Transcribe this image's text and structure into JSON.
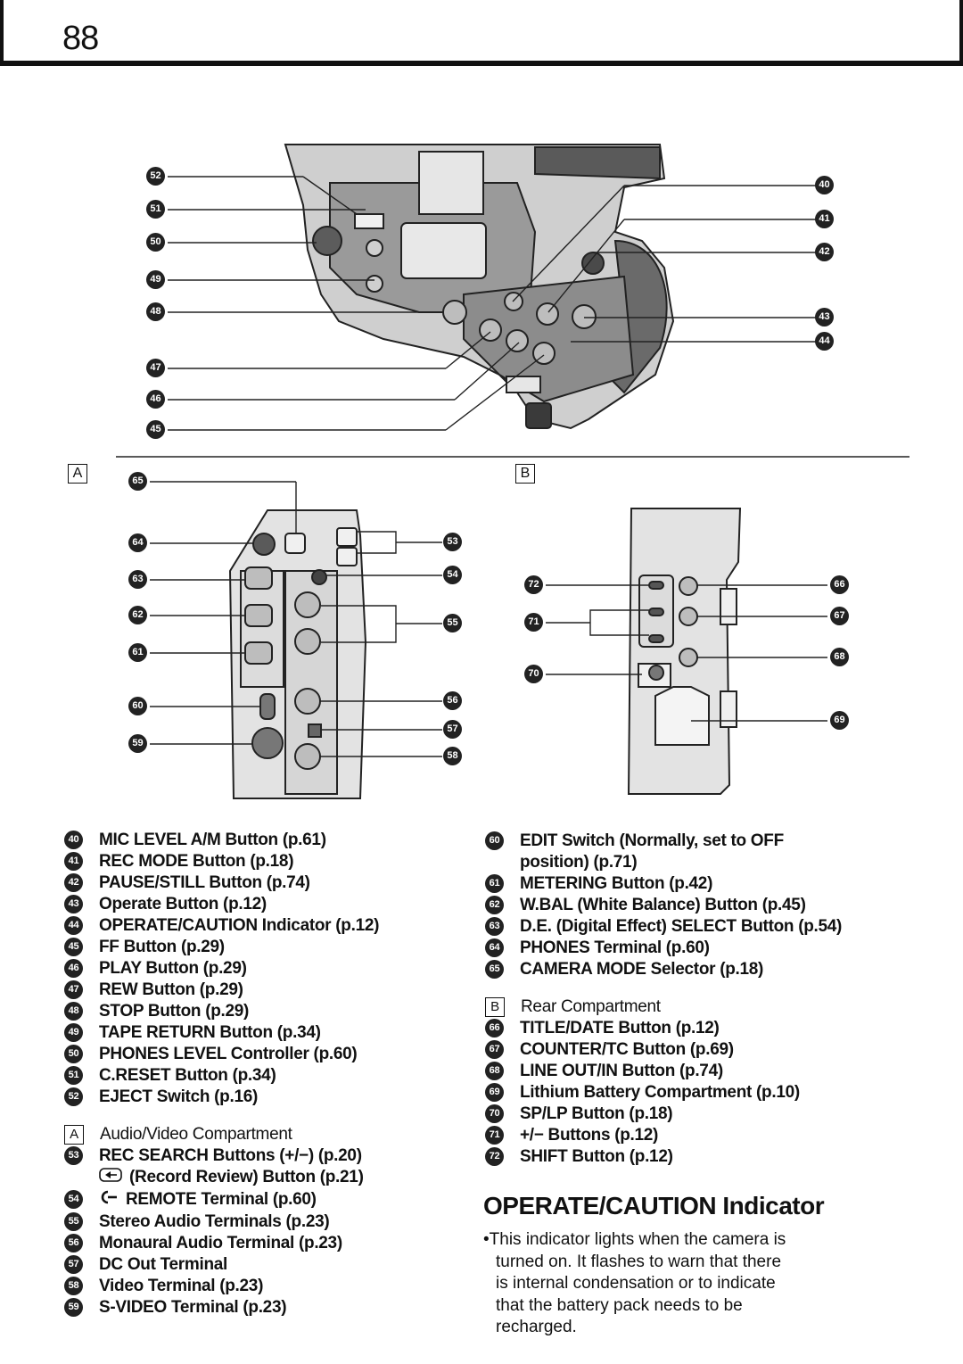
{
  "page_number": "88",
  "section_a_label": "A",
  "section_b_label": "B",
  "callouts_top": [
    "52",
    "51",
    "50",
    "49",
    "48",
    "47",
    "46",
    "45",
    "40",
    "41",
    "42",
    "43",
    "44"
  ],
  "callouts_a": [
    "65",
    "64",
    "63",
    "62",
    "61",
    "60",
    "59",
    "53",
    "54",
    "55",
    "56",
    "57",
    "58"
  ],
  "callouts_b": [
    "72",
    "71",
    "70",
    "66",
    "67",
    "68",
    "69"
  ],
  "left_list": [
    {
      "num": "40",
      "text": "MIC LEVEL A/M Button (p.61)"
    },
    {
      "num": "41",
      "text": "REC MODE Button (p.18)"
    },
    {
      "num": "42",
      "text": "PAUSE/STILL Button (p.74)"
    },
    {
      "num": "43",
      "text": "Operate Button (p.12)"
    },
    {
      "num": "44",
      "text": "OPERATE/CAUTION Indicator (p.12)"
    },
    {
      "num": "45",
      "text": "FF Button (p.29)"
    },
    {
      "num": "46",
      "text": "PLAY Button (p.29)"
    },
    {
      "num": "47",
      "text": "REW Button (p.29)"
    },
    {
      "num": "48",
      "text": "STOP Button (p.29)"
    },
    {
      "num": "49",
      "text": "TAPE RETURN Button (p.34)"
    },
    {
      "num": "50",
      "text": "PHONES LEVEL Controller (p.60)"
    },
    {
      "num": "51",
      "text": "C.RESET Button (p.34)"
    },
    {
      "num": "52",
      "text": "EJECT Switch (p.16)"
    }
  ],
  "section_a": {
    "box": "A",
    "title": "Audio/Video Compartment"
  },
  "a_list": [
    {
      "num": "53",
      "text": "REC SEARCH Buttons (+/−) (p.20)"
    },
    {
      "num": "",
      "text": "(Record Review) Button (p.21)",
      "icon": "record-review-icon"
    },
    {
      "num": "54",
      "text": "REMOTE Terminal (p.60)",
      "icon": "remote-icon"
    },
    {
      "num": "55",
      "text": "Stereo Audio Terminals (p.23)"
    },
    {
      "num": "56",
      "text": "Monaural Audio Terminal (p.23)"
    },
    {
      "num": "57",
      "text": "DC Out Terminal"
    },
    {
      "num": "58",
      "text": "Video Terminal (p.23)"
    },
    {
      "num": "59",
      "text": "S-VIDEO Terminal (p.23)"
    }
  ],
  "right_list": [
    {
      "num": "60",
      "text": "EDIT Switch (Normally, set to OFF",
      "cont": "position) (p.71)"
    },
    {
      "num": "61",
      "text": "METERING Button (p.42)"
    },
    {
      "num": "62",
      "text": "W.BAL (White Balance) Button (p.45)"
    },
    {
      "num": "63",
      "text": "D.E. (Digital Effect) SELECT Button (p.54)"
    },
    {
      "num": "64",
      "text": "PHONES Terminal (p.60)"
    },
    {
      "num": "65",
      "text": "CAMERA MODE Selector (p.18)"
    }
  ],
  "section_b": {
    "box": "B",
    "title": "Rear Compartment"
  },
  "b_list": [
    {
      "num": "66",
      "text": "TITLE/DATE Button (p.12)"
    },
    {
      "num": "67",
      "text": "COUNTER/TC Button (p.69)"
    },
    {
      "num": "68",
      "text": "LINE OUT/IN Button (p.74)"
    },
    {
      "num": "69",
      "text": "Lithium Battery Compartment (p.10)"
    },
    {
      "num": "70",
      "text": "SP/LP Button (p.18)"
    },
    {
      "num": "71",
      "text": "+/− Buttons (p.12)"
    },
    {
      "num": "72",
      "text": "SHIFT Button (p.12)"
    }
  ],
  "indicator_heading": "OPERATE/CAUTION Indicator",
  "indicator_text": [
    "•This indicator lights when the camera is",
    "turned on. It flashes to warn that there",
    "is internal condensation or to indicate",
    "that the battery pack needs to be",
    "recharged."
  ]
}
